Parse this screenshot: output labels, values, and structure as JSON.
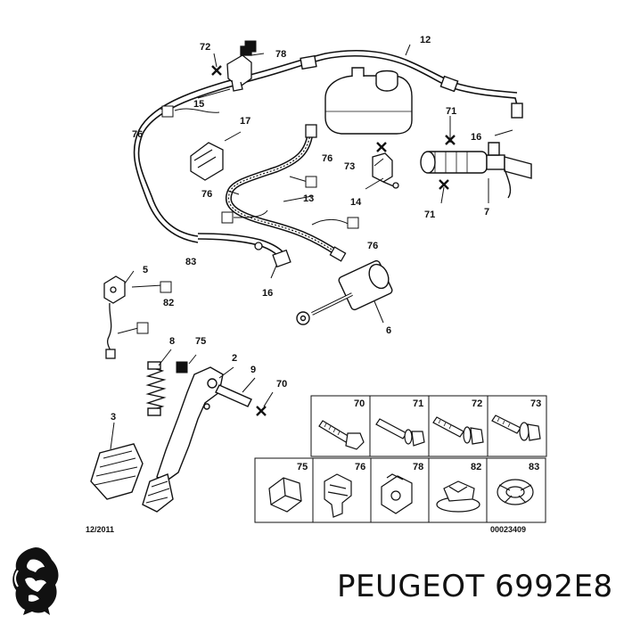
{
  "callouts": {
    "c72": "72",
    "c78": "78",
    "c12": "12",
    "c15": "15",
    "c76a": "76",
    "c17": "17",
    "c71a": "71",
    "c16a": "16",
    "c73": "73",
    "c76b": "76",
    "c76c": "76",
    "c13": "13",
    "c14": "14",
    "c71b": "71",
    "c7": "7",
    "c76d": "76",
    "c5": "5",
    "c83": "83",
    "c16b": "16",
    "c82": "82",
    "c6": "6",
    "c8": "8",
    "c75": "75",
    "c2": "2",
    "c9": "9",
    "c70": "70",
    "c3": "3"
  },
  "legend": {
    "row1": [
      "70",
      "71",
      "72",
      "73"
    ],
    "row2": [
      "75",
      "76",
      "78",
      "82",
      "83"
    ]
  },
  "footer": {
    "date": "12/2011",
    "ref": "00023409"
  },
  "brand_text": "PEUGEOT 6992E8"
}
